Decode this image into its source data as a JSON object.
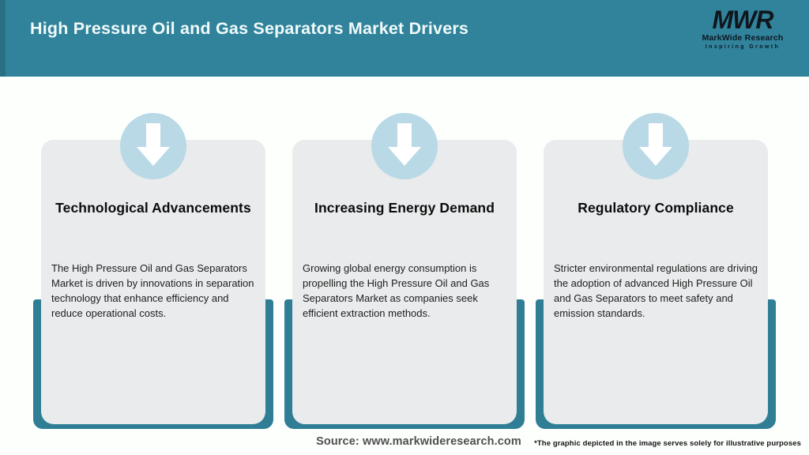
{
  "header": {
    "title": "High Pressure Oil and Gas Separators Market Drivers",
    "logo": {
      "monogram": "MWR",
      "name": "MarkWide Research",
      "tagline": "Inspiring Growth"
    }
  },
  "cards": [
    {
      "icon": "down-arrow-icon",
      "title": "Technological Advancements",
      "body": "The High Pressure Oil and Gas Separators Market is driven by innovations in separation technology that enhance efficiency and reduce operational costs."
    },
    {
      "icon": "down-arrow-icon",
      "title": "Increasing Energy Demand",
      "body": "Growing global energy consumption is propelling the High Pressure Oil and Gas Separators Market as companies seek efficient extraction methods."
    },
    {
      "icon": "down-arrow-icon",
      "title": "Regulatory Compliance",
      "body": "Stricter environmental regulations are driving the adoption of advanced High Pressure Oil and Gas Separators to meet safety and emission standards."
    }
  ],
  "footer": {
    "source": "Source: www.markwideresearch.com",
    "disclaimer": "*The graphic depicted in the image serves solely for illustrative purposes"
  },
  "colors": {
    "header_teal": "#31839B",
    "card_teal": "#2F7E96",
    "circle_blue": "#B9D9E6",
    "card_gray": "#E9EBEC"
  }
}
